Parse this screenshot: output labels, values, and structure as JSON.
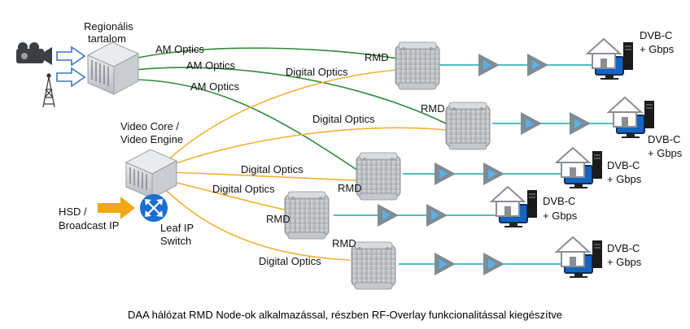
{
  "colors": {
    "am_line": "#2e8b3a",
    "digital_line": "#f2b134",
    "coax_line": "#1aa6b3",
    "amp_gray": "#7f8c93",
    "amp_arrow": "#5ab0e8",
    "server_gray": "#c8ccd0",
    "rmd_gray": "#c9cdd1",
    "switch_blue": "#1b6fd0",
    "hsd_arrow": "#f3a712",
    "input_arrow": "#3a78b8",
    "monitor_blue": "#1565c0",
    "tower_black": "#333333"
  },
  "labels": {
    "regional_line1": "Regionális",
    "regional_line2": "tartalom",
    "video_core_line1": "Video Core /",
    "video_core_line2": "Video Engine",
    "hsd_line1": "HSD /",
    "hsd_line2": "Broadcast IP",
    "leaf_line1": "Leaf IP",
    "leaf_line2": "Switch",
    "am_optics_1": "AM Optics",
    "am_optics_2": "AM Optics",
    "am_optics_3": "AM Optics",
    "digital_1": "Digital Optics",
    "digital_2": "Digital Optics",
    "digital_3": "Digital Optics",
    "digital_4": "Digital Optics",
    "digital_5": "Digital Optics",
    "rmd_1": "RMD",
    "rmd_2": "RMD",
    "rmd_3": "RMD",
    "rmd_4": "RMD",
    "rmd_5": "RMD",
    "dvbc_1_a": "DVB-C",
    "dvbc_1_b": "+ Gbps",
    "dvbc_2_a": "DVB-C",
    "dvbc_2_b": "+ Gbps",
    "dvbc_3_a": "DVB-C",
    "dvbc_3_b": "+ Gbps",
    "dvbc_4_a": "DVB-C",
    "dvbc_4_b": "+ Gbps",
    "dvbc_5_a": "DVB-C",
    "dvbc_5_b": "+ Gbps"
  },
  "icons": {
    "camera": "video-camera-icon",
    "tower": "broadcast-tower-icon",
    "server": "server-icon",
    "switch": "network-switch-icon",
    "rmd": "rmd-node-icon",
    "amplifier": "amplifier-icon",
    "home": "house-icon",
    "monitor": "monitor-icon",
    "pc": "pc-tower-icon"
  },
  "caption": "DAA hálózat RMD Node-ok alkalmazással, részben RF-Overlay funkcionalitással kiegészítve"
}
